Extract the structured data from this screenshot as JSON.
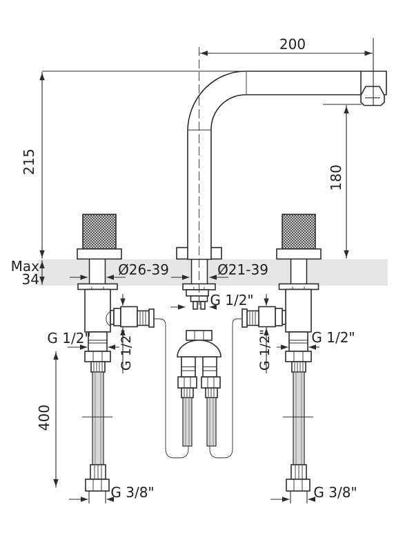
{
  "drawing": {
    "kind": "faucet-installation-dimension-drawing",
    "labels": {
      "spout_reach": "200",
      "total_height": "215",
      "outlet_height": "180",
      "deck_max_line1": "Max",
      "deck_max_line2": "34",
      "hole_diameter_handle": "Ø26-39",
      "hole_diameter_spout": "Ø21-39",
      "spout_thread": "G 1/2\"",
      "left_valve_thread_horizontal": "G 1/2\"",
      "left_valve_thread_vertical": "G 1/2\"",
      "right_valve_thread_vertical": "G 1/2\"",
      "right_valve_thread_horizontal": "G 1/2\"",
      "hose_length": "400",
      "left_hose_thread": "G 3/8\"",
      "right_hose_thread": "G 3/8\""
    },
    "colors": {
      "line": "#2b2b2b",
      "deck": "#e6e6e6",
      "hose": "#d8d8d8",
      "background": "#ffffff"
    }
  }
}
